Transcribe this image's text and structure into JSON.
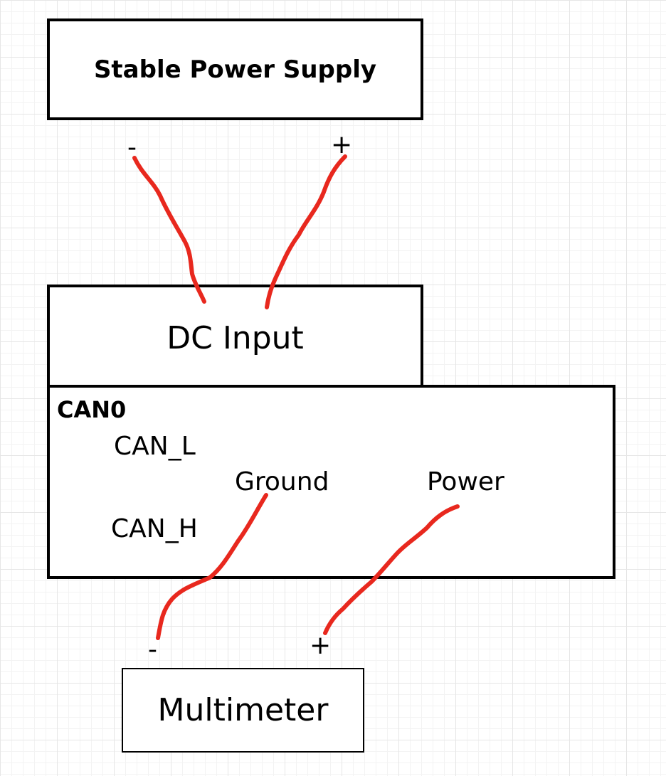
{
  "supply": {
    "title": "Stable Power Supply",
    "minus": "-",
    "plus": "+"
  },
  "dc_input": {
    "title": "DC Input"
  },
  "can": {
    "title": "CAN0",
    "can_l": "CAN_L",
    "can_h": "CAN_H",
    "ground": "Ground",
    "power": "Power"
  },
  "multimeter": {
    "title": "Multimeter",
    "minus": "-",
    "plus": "+"
  },
  "colors": {
    "wire": "#e8281e",
    "border": "#000000",
    "grid": "#e6e6e6"
  }
}
